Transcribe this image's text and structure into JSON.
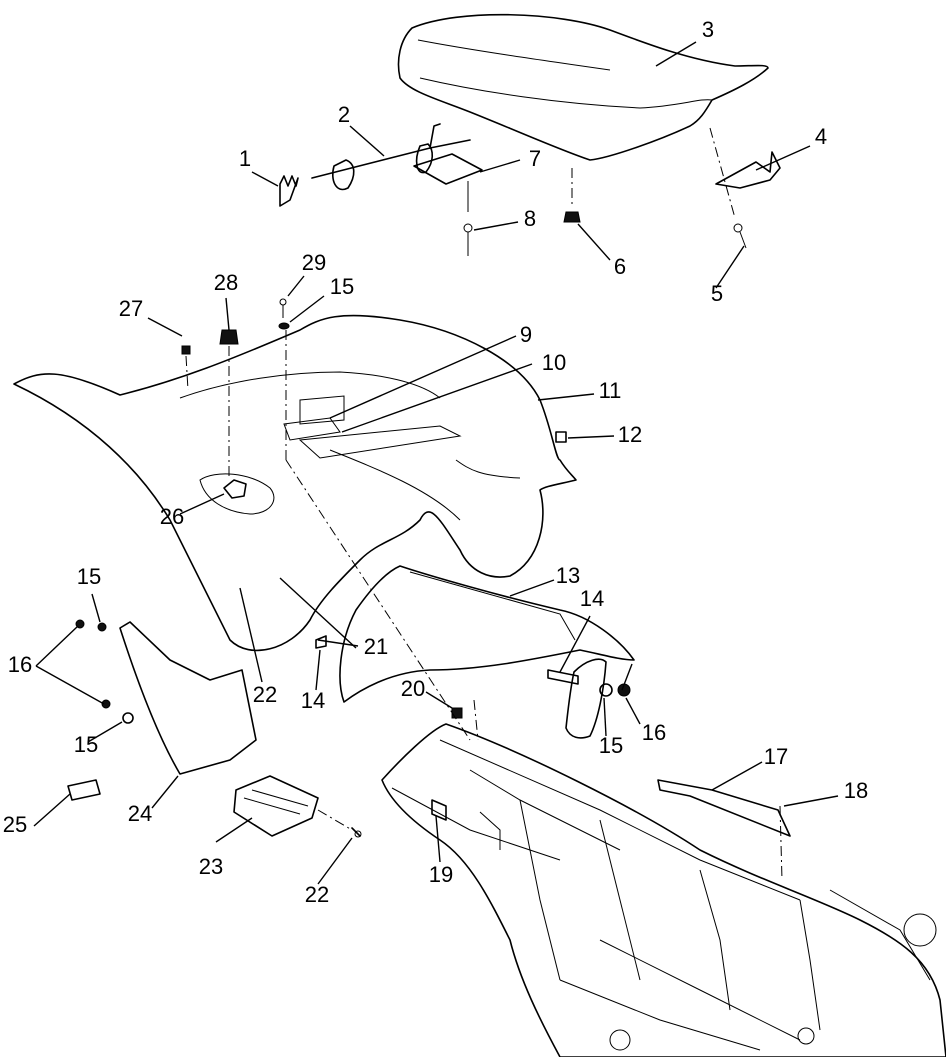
{
  "diagram": {
    "callouts": [
      {
        "id": "c1",
        "label": "1"
      },
      {
        "id": "c2",
        "label": "2"
      },
      {
        "id": "c3",
        "label": "3"
      },
      {
        "id": "c4",
        "label": "4"
      },
      {
        "id": "c5",
        "label": "5"
      },
      {
        "id": "c6",
        "label": "6"
      },
      {
        "id": "c7",
        "label": "7"
      },
      {
        "id": "c8",
        "label": "8"
      },
      {
        "id": "c9",
        "label": "9"
      },
      {
        "id": "c10",
        "label": "10"
      },
      {
        "id": "c11",
        "label": "11"
      },
      {
        "id": "c12",
        "label": "12"
      },
      {
        "id": "c13",
        "label": "13"
      },
      {
        "id": "c14a",
        "label": "14"
      },
      {
        "id": "c14b",
        "label": "14"
      },
      {
        "id": "c15a",
        "label": "15"
      },
      {
        "id": "c15b",
        "label": "15"
      },
      {
        "id": "c15c",
        "label": "15"
      },
      {
        "id": "c15d",
        "label": "15"
      },
      {
        "id": "c16a",
        "label": "16"
      },
      {
        "id": "c16b",
        "label": "16"
      },
      {
        "id": "c17",
        "label": "17"
      },
      {
        "id": "c18",
        "label": "18"
      },
      {
        "id": "c19",
        "label": "19"
      },
      {
        "id": "c20",
        "label": "20"
      },
      {
        "id": "c21",
        "label": "21"
      },
      {
        "id": "c22a",
        "label": "22"
      },
      {
        "id": "c22b",
        "label": "22"
      },
      {
        "id": "c23",
        "label": "23"
      },
      {
        "id": "c24",
        "label": "24"
      },
      {
        "id": "c25",
        "label": "25"
      },
      {
        "id": "c26",
        "label": "26"
      },
      {
        "id": "c27",
        "label": "27"
      },
      {
        "id": "c28",
        "label": "28"
      },
      {
        "id": "c29",
        "label": "29"
      }
    ]
  }
}
